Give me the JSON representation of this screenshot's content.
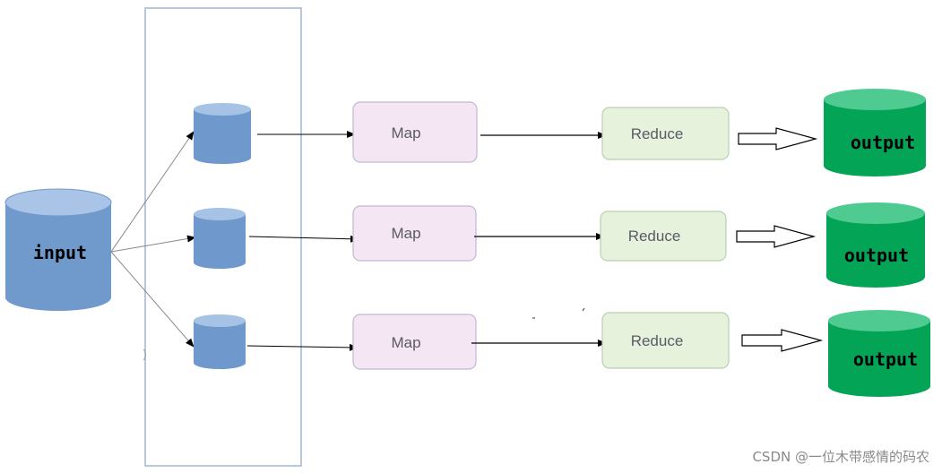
{
  "input": {
    "label": "input"
  },
  "rows": [
    {
      "map_label": "Map",
      "reduce_label": "Reduce",
      "output_label": "output"
    },
    {
      "map_label": "Map",
      "reduce_label": "Reduce",
      "output_label": "output"
    },
    {
      "map_label": "Map",
      "reduce_label": "Reduce",
      "output_label": "output"
    }
  ],
  "watermark": "CSDN @一位木带感情的码农",
  "colors": {
    "input_db": "#7099cc",
    "input_db_top": "#a9c4e6",
    "split_db": "#6f98cc",
    "split_db_top": "#a6c2e4",
    "map_fill": "#f4e6f2",
    "map_stroke": "#c1b8d6",
    "reduce_fill": "#e6f2dc",
    "reduce_stroke": "#b9cfb0",
    "output_db": "#04a457",
    "output_db_top": "#4fcb91",
    "split_box": "#9fb5d3",
    "edge": "#000000"
  }
}
